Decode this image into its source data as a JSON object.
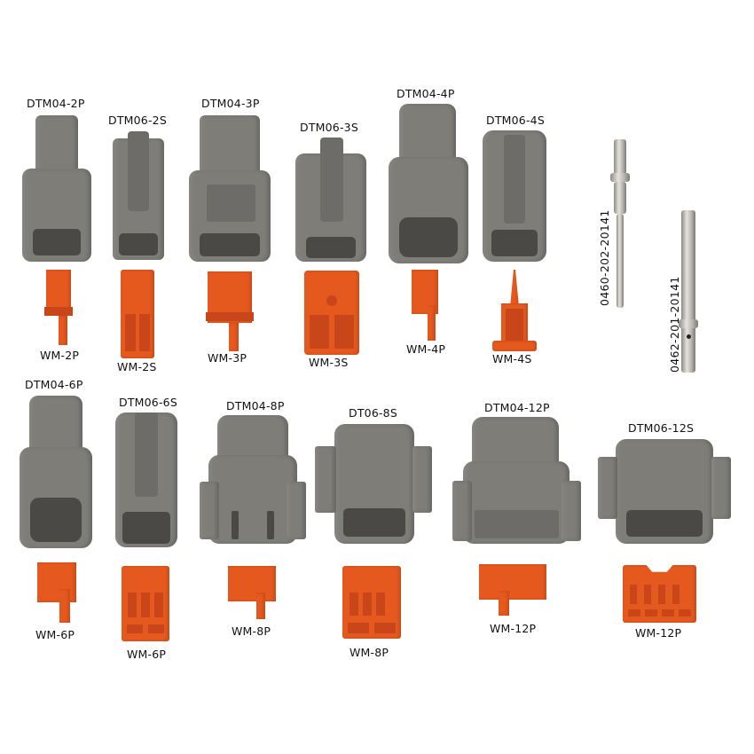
{
  "colors": {
    "background": "#ffffff",
    "housing_gray": "#7e7d78",
    "wedge_orange": "#e5581e",
    "label_text": "#111111"
  },
  "row1": {
    "housings": [
      {
        "label": "DTM04-2P"
      },
      {
        "label": "DTM06-2S"
      },
      {
        "label": "DTM04-3P"
      },
      {
        "label": "DTM06-3S"
      },
      {
        "label": "DTM04-4P"
      },
      {
        "label": "DTM06-4S"
      }
    ],
    "wedges": [
      {
        "label": "WM-2P"
      },
      {
        "label": "WM-2S"
      },
      {
        "label": "WM-3P"
      },
      {
        "label": "WM-3S"
      },
      {
        "label": "WM-4P"
      },
      {
        "label": "WM-4S"
      }
    ]
  },
  "contacts": [
    {
      "label": "0460-202-20141"
    },
    {
      "label": "0462-201-20141"
    }
  ],
  "row2": {
    "housings": [
      {
        "label": "DTM04-6P"
      },
      {
        "label": "DTM06-6S"
      },
      {
        "label": "DTM04-8P"
      },
      {
        "label": "DT06-8S"
      },
      {
        "label": "DTM04-12P"
      },
      {
        "label": "DTM06-12S"
      }
    ],
    "wedges": [
      {
        "label": "WM-6P"
      },
      {
        "label": "WM-6P"
      },
      {
        "label": "WM-8P"
      },
      {
        "label": "WM-8P"
      },
      {
        "label": "WM-12P"
      },
      {
        "label": "WM-12P"
      }
    ]
  }
}
